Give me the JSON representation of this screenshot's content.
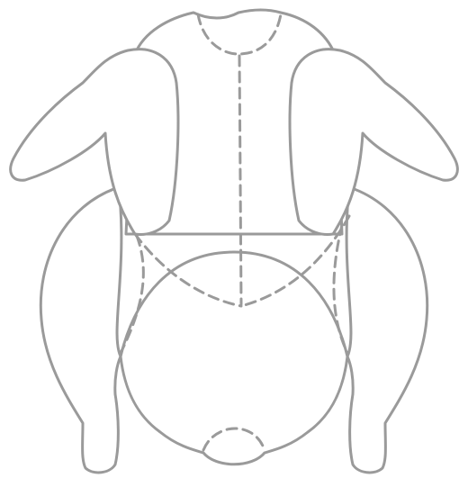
{
  "diagram": {
    "subject": "whole-chicken-cutting-diagram",
    "stroke_color": "#9a9a9a",
    "background_color": "#ffffff",
    "cut_line_style": "dashed",
    "parts": [
      {
        "name": "left-wing"
      },
      {
        "name": "right-wing"
      },
      {
        "name": "breast"
      },
      {
        "name": "left-leg"
      },
      {
        "name": "right-leg"
      },
      {
        "name": "neck-cut"
      },
      {
        "name": "tail-cut"
      }
    ]
  }
}
